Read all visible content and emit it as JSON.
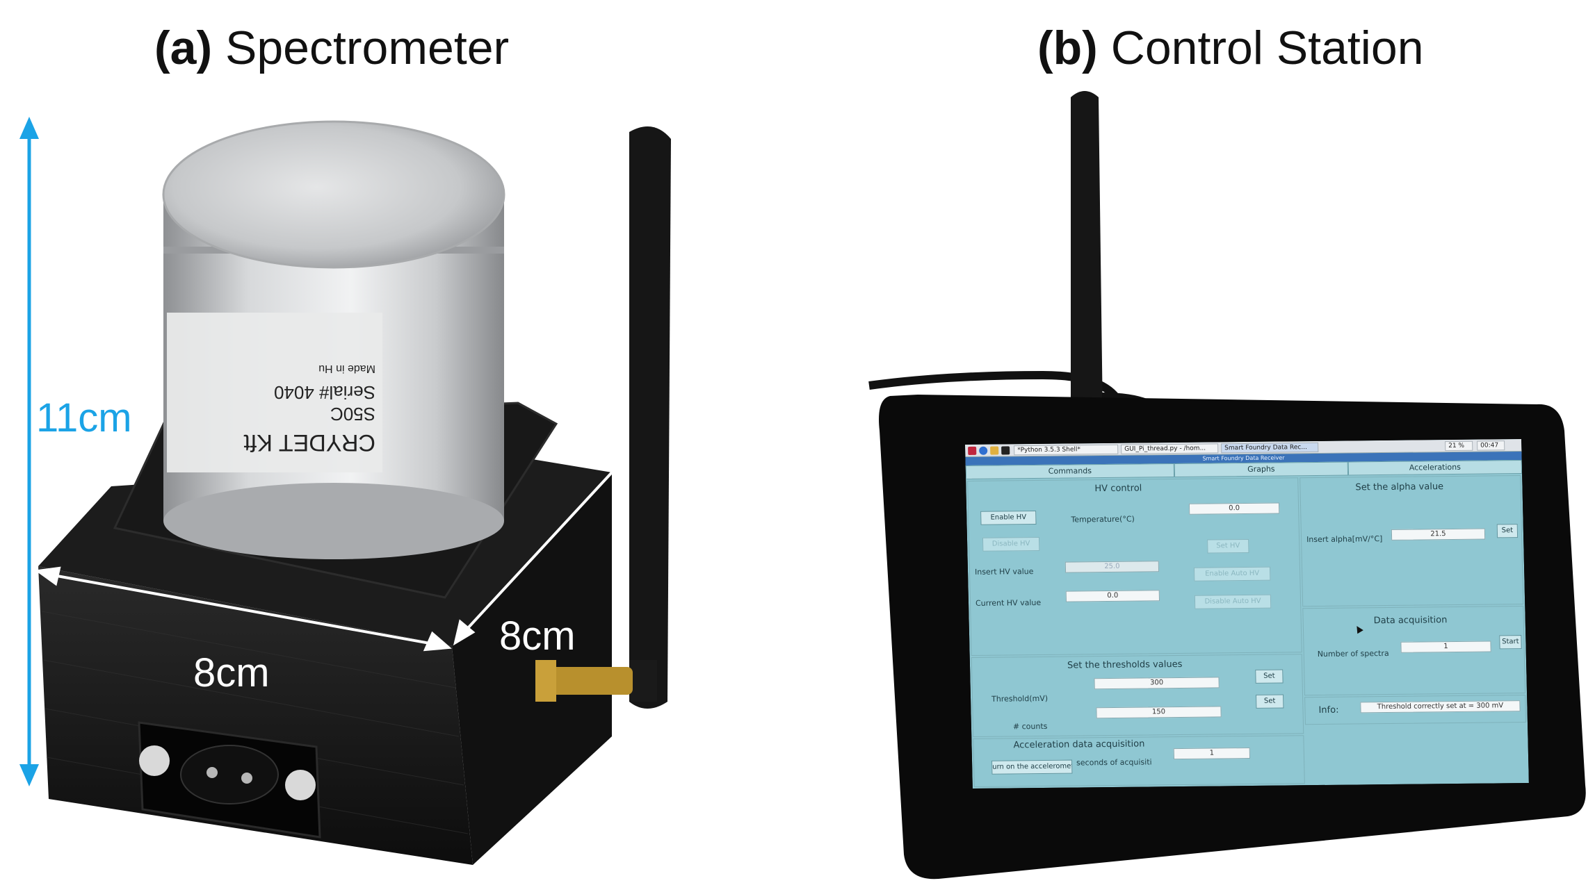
{
  "panel_a": {
    "letter": "(a)",
    "title": " Spectrometer",
    "height_label": "11cm",
    "width_label_front": "8cm",
    "width_label_side": "8cm",
    "detector_label": {
      "brand": "CRYDET Kft",
      "model": "S50C",
      "serial": "Serial# 4040",
      "made_in": "Made in Hu"
    }
  },
  "panel_b": {
    "letter": "(b)",
    "title": " Control Station"
  },
  "gui": {
    "taskbar": {
      "tabs": [
        "*Python 3.5.3 Shell*",
        "GUI_Pi_thread.py - /hom...",
        "Smart Foundry Data Rec..."
      ],
      "clock_left": "21 %",
      "clock_right": "00:47"
    },
    "window_title": "Smart Foundry Data Receiver",
    "tabs": [
      "Commands",
      "Graphs",
      "Accelerations"
    ],
    "hv": {
      "title": "HV control",
      "enable_label": "Enable HV",
      "disable_label": "Disable HV",
      "temperature_label": "Temperature(°C)",
      "temperature_value": "0.0",
      "set_hv_label": "Set HV",
      "insert_hv_label": "Insert HV value",
      "insert_hv_value": "25.0",
      "enable_auto_label": "Enable Auto HV",
      "current_hv_label": "Current HV value",
      "current_hv_value": "0.0",
      "disable_auto_label": "Disable Auto HV"
    },
    "alpha": {
      "title": "Set the alpha value",
      "insert_label": "Insert alpha[mV/°C]",
      "value": "21.5",
      "set_label": "Set"
    },
    "thresholds": {
      "title": "Set the thresholds values",
      "threshold_label": "Threshold(mV)",
      "threshold_value": "300",
      "counts_label": "# counts",
      "counts_value": "150",
      "set_label_1": "Set",
      "set_label_2": "Set"
    },
    "acquisition": {
      "title": "Data acquisition",
      "spectra_label": "Number of spectra",
      "spectra_value": "1",
      "start_label": "Start"
    },
    "info": {
      "label": "Info:",
      "message": "Threshold correctly set at = 300 mV"
    },
    "accel": {
      "title": "Acceleration data acquisition",
      "button_label": "urn on the acceleromet",
      "seconds_label": "seconds of acquisiti",
      "seconds_value": "1"
    }
  },
  "colors": {
    "dimension_blue": "#1ba3e6",
    "box_black": "#141414",
    "screen_cyan": "#8fc7d2"
  }
}
